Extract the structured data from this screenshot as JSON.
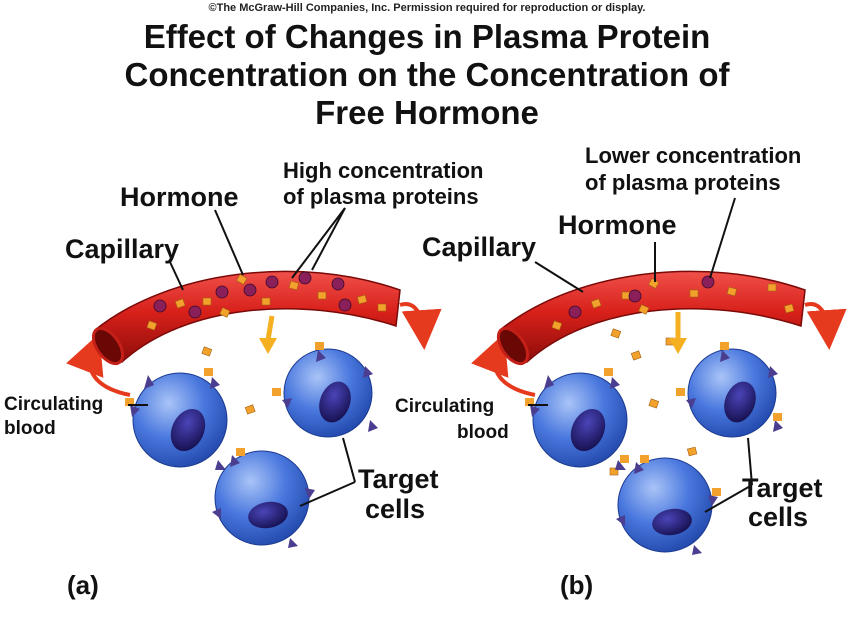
{
  "copyright": "©The McGraw-Hill Companies, Inc. Permission required for reproduction or display.",
  "title_lines": [
    "Effect of Changes in Plasma Protein",
    "Concentration on the Concentration of",
    "Free Hormone"
  ],
  "panels": [
    {
      "label": "(a)",
      "hormone": "Hormone",
      "capillary": "Capillary",
      "proteins_line1": "High concentration",
      "proteins_line2": "of plasma proteins",
      "circulating_line1": "Circulating",
      "circulating_line2": "blood",
      "target_line1": "Target",
      "target_line2": "cells"
    },
    {
      "label": "(b)",
      "hormone": "Hormone",
      "capillary": "Capillary",
      "proteins_line1": "Lower concentration",
      "proteins_line2": "of plasma proteins",
      "circulating_line1": "Circulating",
      "circulating_line2": "blood",
      "target_line1": "Target",
      "target_line2": "cells"
    }
  ],
  "colors": {
    "vessel": "#d8201a",
    "vessel_dark": "#8e0d0a",
    "cell": "#3d6bd6",
    "cell_light": "#8fb2f2",
    "nucleus": "#1e1a6b",
    "hormone": "#f2a22c",
    "protein": "#8a1f5a",
    "receptor": "#4b3d8f"
  }
}
